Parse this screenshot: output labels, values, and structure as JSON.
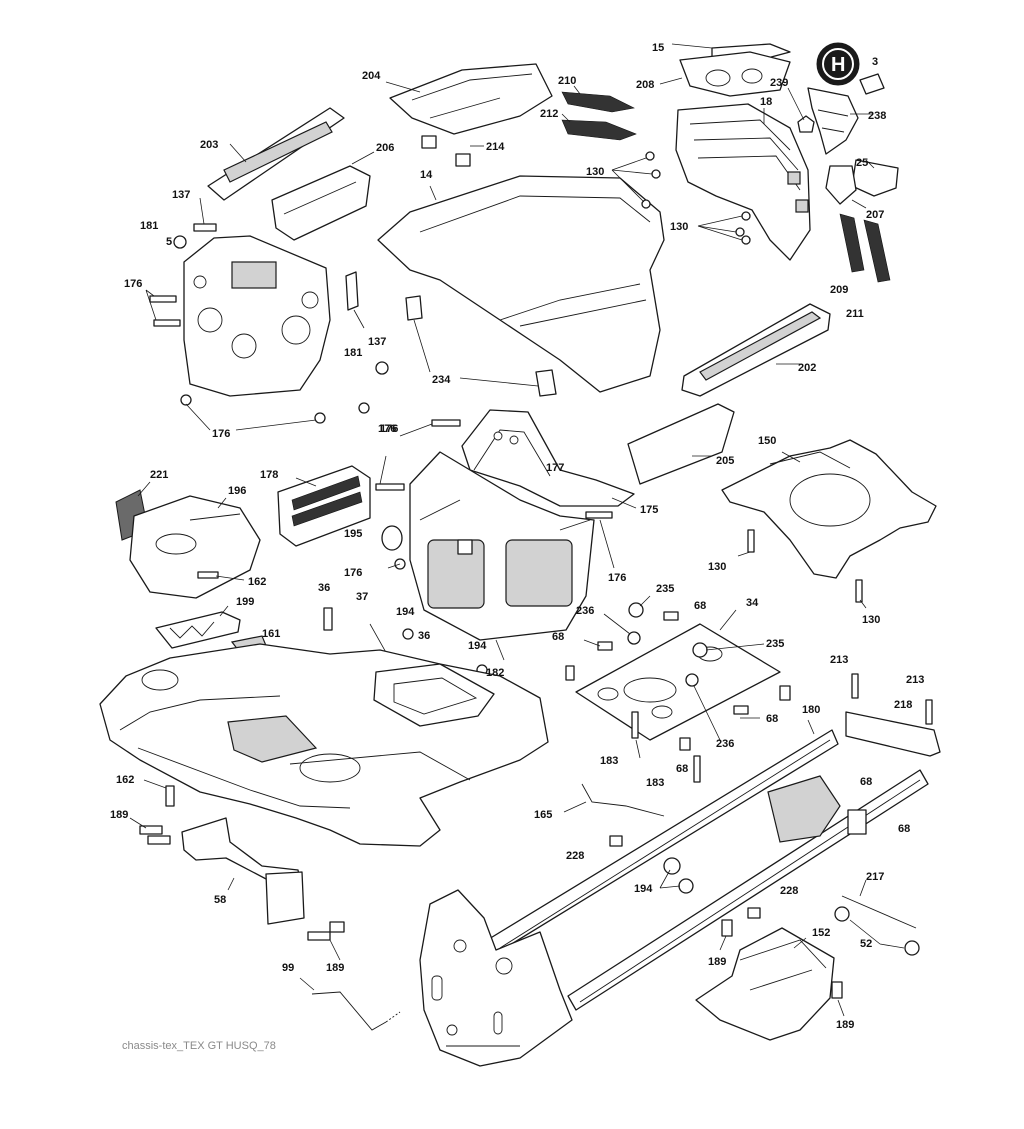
{
  "diagram": {
    "caption": "chassis-tex_TEX GT HUSQ_78",
    "logo_letter": "H",
    "callouts": [
      "15",
      "3",
      "208",
      "239",
      "238",
      "204",
      "210",
      "212",
      "18",
      "203",
      "214",
      "206",
      "130",
      "25",
      "207",
      "137",
      "14",
      "130",
      "181",
      "5",
      "176",
      "137",
      "181",
      "209",
      "211",
      "202",
      "234",
      "176",
      "176",
      "176",
      "177",
      "205",
      "150",
      "221",
      "196",
      "178",
      "175",
      "195",
      "176",
      "162",
      "176",
      "130",
      "130",
      "235",
      "236",
      "68",
      "34",
      "36",
      "37",
      "194",
      "36",
      "194",
      "199",
      "161",
      "68",
      "235",
      "182",
      "213",
      "213",
      "218",
      "180",
      "68",
      "236",
      "183",
      "68",
      "183",
      "162",
      "189",
      "68",
      "165",
      "228",
      "68",
      "194",
      "58",
      "228",
      "217",
      "152",
      "52",
      "189",
      "189",
      "99",
      "189"
    ]
  }
}
